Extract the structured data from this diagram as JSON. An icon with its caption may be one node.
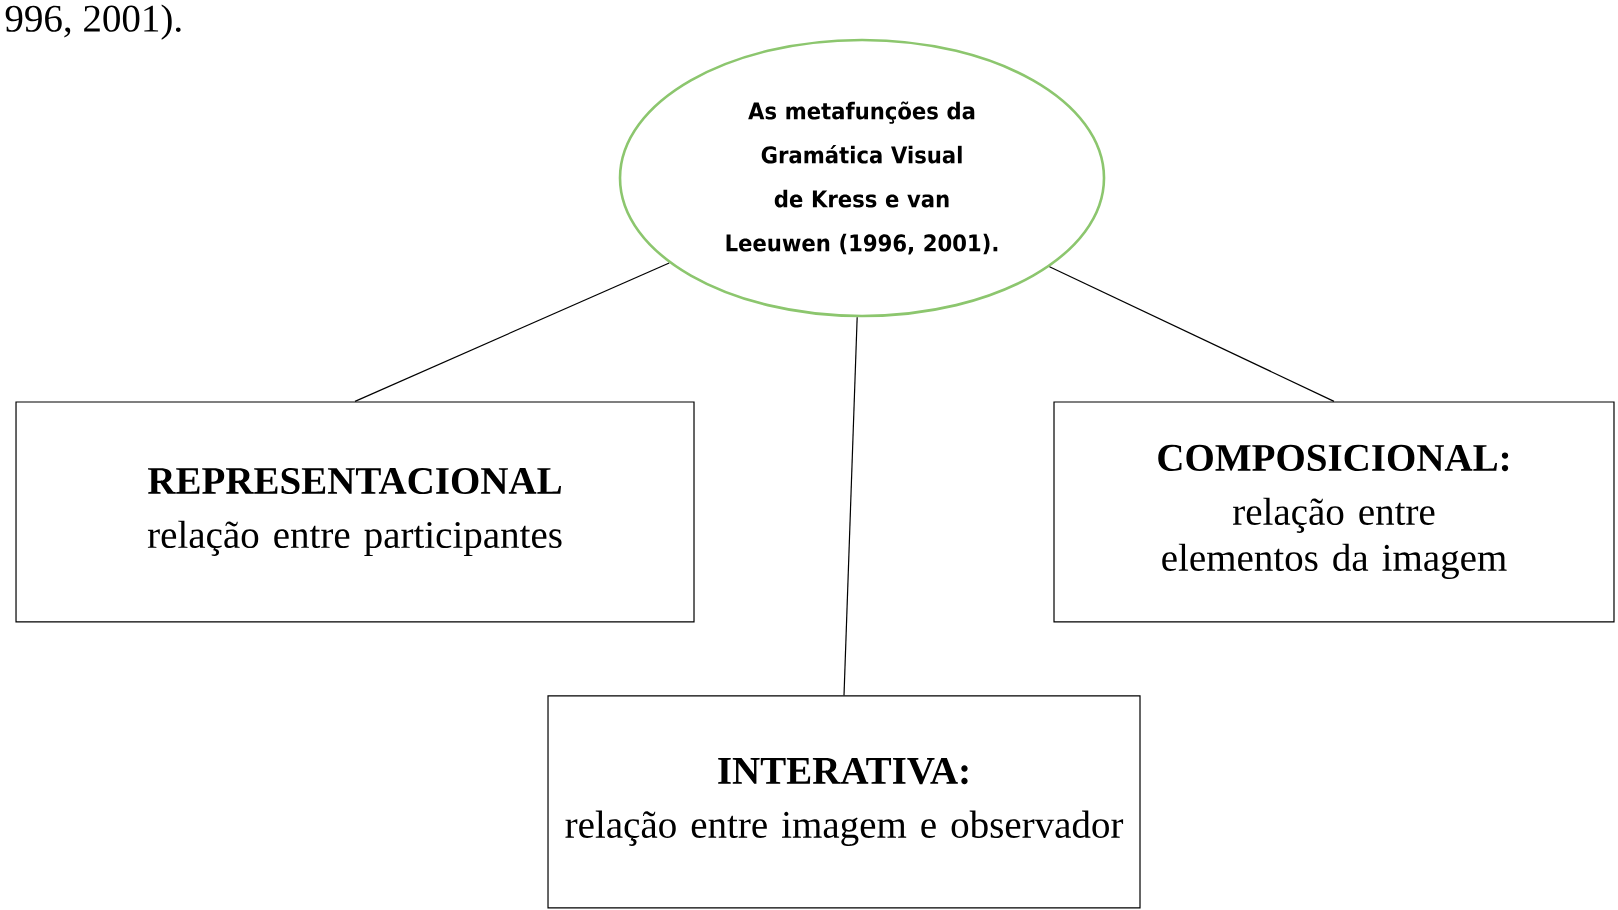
{
  "diagram": {
    "nodes": [
      {
        "text": [
          "As metafunções da Gramática Visual de Kress e van Leeuwen (1996, 2001)."
        ]
      },
      {
        "text": [
          "REPRESENTACIONAL",
          "relação entre participantes"
        ]
      },
      {
        "text": [
          "COMPOSICIONAL:",
          "relação entre elementos da imagem"
        ]
      },
      {
        "text": [
          "INTERATIVA:",
          "relação entre imagem e observador"
        ]
      }
    ],
    "edges": [
      {
        "from": 0,
        "to": 1,
        "arrow": "none"
      },
      {
        "from": 0,
        "to": 3,
        "arrow": "none"
      },
      {
        "from": 0,
        "to": 2,
        "arrow": "none"
      }
    ],
    "labels": [
      "996, 2001)."
    ]
  }
}
